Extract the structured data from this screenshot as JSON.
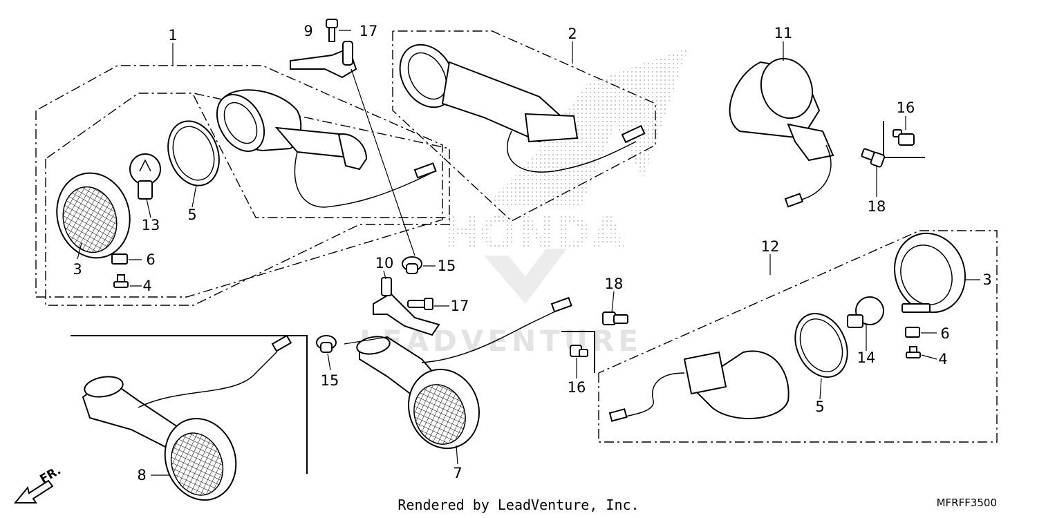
{
  "diagram": {
    "footer_text": "Rendered by LeadVenture, Inc.",
    "diagram_code": "MFRFF3500",
    "front_arrow_label": "FR.",
    "watermark_brand": "HONDA",
    "watermark_credit": "LEADVENTURE",
    "callouts": {
      "c1": "1",
      "c2": "2",
      "c3a": "3",
      "c3b": "3",
      "c4a": "4",
      "c4b": "4",
      "c5a": "5",
      "c5b": "5",
      "c6a": "6",
      "c6b": "6",
      "c7": "7",
      "c8": "8",
      "c9": "9",
      "c10": "10",
      "c11": "11",
      "c12": "12",
      "c13": "13",
      "c14": "14",
      "c15a": "15",
      "c15b": "15",
      "c16a": "16",
      "c16b": "16",
      "c17a": "17",
      "c17b": "17",
      "c18a": "18",
      "c18b": "18"
    }
  }
}
